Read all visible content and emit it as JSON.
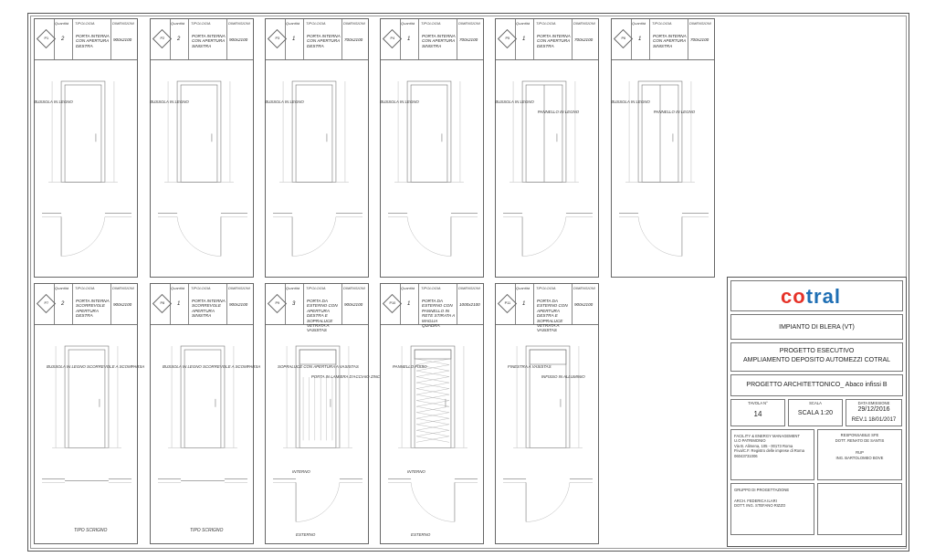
{
  "header_labels": {
    "quantity": "Quantità",
    "type": "TIPOLOGIA",
    "dims": "DIMENSIONI"
  },
  "panels_top": [
    {
      "code": "P1",
      "qty": "2",
      "desc": "PORTA INTERNA CON APERTURA DESTRA",
      "dims": "900x2100",
      "note": "BUSSOLA IN LEGNO"
    },
    {
      "code": "P2",
      "qty": "2",
      "desc": "PORTA INTERNA CON APERTURA SINISTRA",
      "dims": "900x2100",
      "note": "BUSSOLA IN LEGNO"
    },
    {
      "code": "P3",
      "qty": "1",
      "desc": "PORTA INTERNA CON APERTURA DESTRA",
      "dims": "700x2100",
      "note": "BUSSOLA IN LEGNO"
    },
    {
      "code": "P4",
      "qty": "1",
      "desc": "PORTA INTERNA CON APERTURA SINISTRA",
      "dims": "700x2100",
      "note": "BUSSOLA IN LEGNO"
    },
    {
      "code": "P5",
      "qty": "1",
      "desc": "PORTA INTERNA CON APERTURA DESTRA",
      "dims": "700x2100",
      "note": "BUSSOLA IN LEGNO",
      "note2": "PANNELLO IN LEGNO"
    },
    {
      "code": "P6",
      "qty": "1",
      "desc": "PORTA INTERNA CON APERTURA SINISTRA",
      "dims": "700x2100",
      "note": "BUSSOLA IN LEGNO",
      "note2": "PANNELLO IN LEGNO"
    }
  ],
  "panels_bottom": [
    {
      "code": "P7",
      "qty": "2",
      "desc": "PORTA INTERNA SCORREVOLE APERTURA DESTRA",
      "dims": "900x2100",
      "note": "BUSSOLA IN LEGNO SCORREVOLE A SCOMPARSA",
      "caption": "TIPO SCRIGNO"
    },
    {
      "code": "P8",
      "qty": "1",
      "desc": "PORTA INTERNA SCORREVOLE APERTURA SINISTRA",
      "dims": "900x2100",
      "note": "BUSSOLA IN LEGNO SCORREVOLE A SCOMPARSA",
      "caption": "TIPO SCRIGNO"
    },
    {
      "code": "P9",
      "qty": "3",
      "desc": "PORTA DA ESTERNO CON APERTURA DESTRA E SOPRALUCE VETRATA A VASISTAS",
      "dims": "900x2100",
      "note": "SOPRALUCE CON APERTURA A VASISTAS",
      "note2": "PORTA IN LAMIERA D'ACCIAIO ZINCATO PRESSOPIEGATA",
      "inside": "INTERNO",
      "outside": "ESTERNO"
    },
    {
      "code": "P10",
      "qty": "1",
      "desc": "PORTA DA ESTERNO CON PANNELLO IN RETE STIRATA A MAGLIA QUADRA",
      "dims": "1000x2100",
      "note": "PANNELLO FISSO",
      "inside": "INTERNO",
      "outside": "ESTERNO"
    },
    {
      "code": "P11",
      "qty": "1",
      "desc": "PORTA DA ESTERNO CON APERTURA DESTRA E SOPRALUCE VETRATA A VASISTAS",
      "dims": "900x2100",
      "note": "FINESTRA A VASISTAS",
      "note2": "INFISSO IN ALLUMINIO"
    }
  ],
  "title_block": {
    "logo": "cotral",
    "plant": "IMPIANTO DI BLERA (VT)",
    "project_line1": "PROGETTO ESECUTIVO",
    "project_line2": "AMPLIAMENTO DEPOSITO AUTOMEZZI COTRAL",
    "drawing": "PROGETTO ARCHITETTONICO_ Abaco infissi B",
    "table_label": "TAVOLA N°",
    "table_no": "14",
    "scale_label": "SCALA",
    "scale": "SCALA 1:20",
    "date_label": "DATA EMISSIONE",
    "date": "29/12/2016",
    "rev": "REV.1  18/01/2017",
    "company": [
      "FACILITY & ENERGY MANAGEMENT",
      "U.O PATRIMONIO",
      "Via B. Alimena, 105 - 00173 Roma",
      "P.iva/C.F. Registro delle imprese di Roma",
      "06043731006"
    ],
    "resp_label": "RESPONSABILE SFE",
    "resp_name": "DOTT. RENATO DE SANTIS",
    "rup_label": "RUP",
    "rup_name": "ING. BARTOLOMEO BOVE",
    "group_label": "GRUPPO DI PROGETTAZIONE",
    "group": [
      "ARCH. FEDERICA ILARI",
      "DOTT. ING. STEFANO RIZZO"
    ]
  },
  "colors": {
    "logo_red": "#e63329",
    "logo_blue": "#1f6fb4",
    "line": "#666666"
  }
}
